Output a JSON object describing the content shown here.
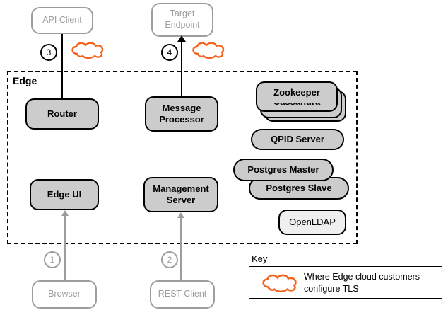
{
  "diagram": {
    "container": {
      "label": "Edge"
    },
    "external_nodes": [
      {
        "id": "api-client",
        "label": "API Client"
      },
      {
        "id": "target-endpoint",
        "label": "Target\nEndpoint",
        "line1": "Target",
        "line2": "Endpoint"
      },
      {
        "id": "browser",
        "label": "Browser"
      },
      {
        "id": "rest-client",
        "label": "REST Client"
      }
    ],
    "edge_nodes": [
      {
        "id": "router",
        "label": "Router"
      },
      {
        "id": "message-processor",
        "line1": "Message",
        "line2": "Processor"
      },
      {
        "id": "edge-ui",
        "label": "Edge UI"
      },
      {
        "id": "management-server",
        "line1": "Management",
        "line2": "Server"
      }
    ],
    "service_nodes": [
      {
        "id": "zookeeper",
        "label": "Zookeeper"
      },
      {
        "id": "cassandra",
        "label": "Cassandra"
      },
      {
        "id": "qpid-server",
        "label": "QPID Server"
      },
      {
        "id": "postgres-master",
        "label": "Postgres Master"
      },
      {
        "id": "postgres-slave",
        "label": "Postgres Slave"
      },
      {
        "id": "openldap",
        "label": "OpenLDAP"
      }
    ],
    "flows": [
      {
        "number": "1",
        "from": "browser",
        "to": "edge-ui",
        "style": "grey"
      },
      {
        "number": "2",
        "from": "rest-client",
        "to": "management-server",
        "style": "grey"
      },
      {
        "number": "3",
        "from": "api-client",
        "to": "router",
        "style": "black"
      },
      {
        "number": "4",
        "from": "message-processor",
        "to": "target-endpoint",
        "style": "black"
      }
    ],
    "key": {
      "title": "Key",
      "entry_line1": "Where Edge cloud customers",
      "entry_line2": "configure TLS",
      "entry_icon": "cloud-icon"
    },
    "colors": {
      "cloud_orange": "#f4641e",
      "component_grey": "#cccccc",
      "light_grey": "#efefef",
      "ghost_grey": "#9d9d9d",
      "stroke_black": "#000000"
    }
  }
}
